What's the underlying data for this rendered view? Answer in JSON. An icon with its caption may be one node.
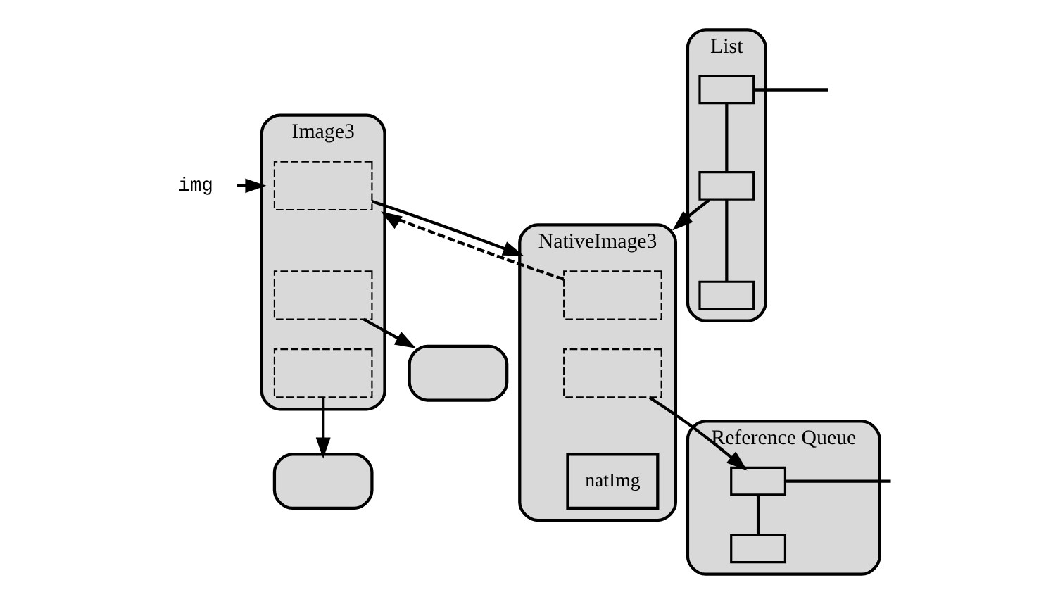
{
  "diagram": {
    "nodes": [
      {
        "text": [
          "img"
        ]
      },
      {
        "text": [
          "Image3"
        ]
      },
      {
        "text": [],
        "shape": "box",
        "in": 1
      },
      {
        "text": [],
        "shape": "box",
        "in": 1
      },
      {
        "text": [],
        "shape": "box",
        "in": 1
      },
      {
        "text": [
          "NativeImage3"
        ]
      },
      {
        "text": [],
        "shape": "box",
        "in": 5
      },
      {
        "text": [],
        "shape": "box",
        "in": 5
      },
      {
        "text": [
          "natImg"
        ],
        "in": 5
      },
      {
        "text": [
          "List"
        ]
      },
      {
        "text": [],
        "shape": "box",
        "in": 9
      },
      {
        "text": [],
        "shape": "box",
        "in": 9
      },
      {
        "text": [],
        "shape": "box",
        "in": 9
      },
      {
        "text": [
          "Reference Queue"
        ]
      },
      {
        "text": [],
        "shape": "box",
        "in": 13
      },
      {
        "text": [],
        "shape": "box",
        "in": 13
      },
      {
        "text": [],
        "shape": "box"
      },
      {
        "text": [],
        "shape": "box"
      }
    ],
    "edges": [
      {
        "from": 0,
        "to": 1,
        "arrow": "to"
      },
      {
        "from": 2,
        "to": 5,
        "arrow": "to"
      },
      {
        "from": 6,
        "to": 1,
        "arrow": "to",
        "style": "dashed"
      },
      {
        "from": 11,
        "to": 5,
        "arrow": "to"
      },
      {
        "from": 3,
        "to": 16,
        "arrow": "to"
      },
      {
        "from": 4,
        "to": 17,
        "arrow": "to"
      },
      {
        "from": 7,
        "to": 14,
        "arrow": "to"
      },
      {
        "from": null,
        "to": 10,
        "arrow": "none"
      },
      {
        "from": 10,
        "to": 11,
        "arrow": "none"
      },
      {
        "from": 11,
        "to": 12,
        "arrow": "none"
      },
      {
        "from": null,
        "to": 14,
        "arrow": "none"
      },
      {
        "from": 14,
        "to": 15,
        "arrow": "none"
      }
    ]
  }
}
